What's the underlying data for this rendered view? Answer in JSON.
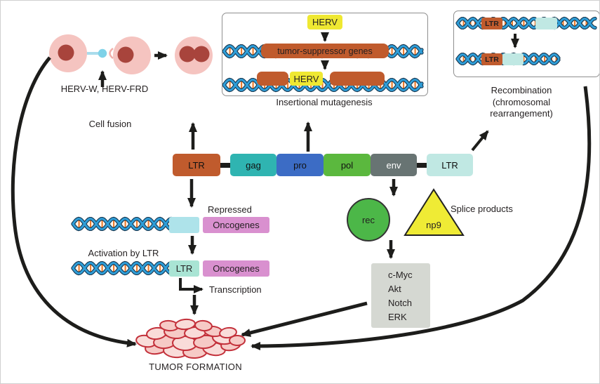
{
  "colors": {
    "arrow_black": "#1d1d1b",
    "cell_pink": "#f5c4c0",
    "nucleus_red": "#a8443c",
    "fusion_dot_cyan": "#7fd2e8",
    "fusion_bridge_blue": "#a9dcec",
    "fusion_membrane_pink": "#f2b0ab",
    "herv_yellow": "#efe832",
    "orange_brown": "#c05b2d",
    "gag_teal": "#2fb4b1",
    "pro_blue": "#3c6cc5",
    "pol_green": "#5bb83e",
    "env_gray": "#687473",
    "ltr_pale_cyan": "#c0e8e3",
    "repressed_cyan": "#aee3ea",
    "activated_ltr_teal": "#a9e4d4",
    "oncogene_pink": "#d990cf",
    "rec_green": "#4cb748",
    "np9_yellow": "#efeb35",
    "effector_gray": "#d5d8d2",
    "tumor_fill": "#f6cac6",
    "tumor_fill_light": "#f9dcd9",
    "tumor_stroke": "#c3303a",
    "dna_blue": "#2f9ed8",
    "dna_dark": "#15354e",
    "dna_rung_orange": "#ee7d2e",
    "dna_rung_light": "#faf3e8"
  },
  "cell_fusion": {
    "trigger": "HERV-W, HERV-FRD",
    "caption": "Cell fusion"
  },
  "insertional": {
    "herv": "HERV",
    "target_gene": "tumor-suppressor genes",
    "inserted": "HERV",
    "caption": "Insertional mutagenesis"
  },
  "recombination": {
    "ltr_top": "LTR",
    "ltr_bottom": "LTR",
    "caption_line1": "Recombination",
    "caption_line2": "(chromosomal",
    "caption_line3": "rearrangement)"
  },
  "provirus": {
    "segments": [
      {
        "label": "LTR",
        "bg": "#c05b2d",
        "fg": "#111111"
      },
      {
        "label": "gag",
        "bg": "#2fb4b1",
        "fg": "#111111"
      },
      {
        "label": "pro",
        "bg": "#3c6cc5",
        "fg": "#111111"
      },
      {
        "label": "pol",
        "bg": "#5bb83e",
        "fg": "#111111"
      },
      {
        "label": "env",
        "bg": "#687473",
        "fg": "#ffffff"
      },
      {
        "label": "LTR",
        "bg": "#c0e8e3",
        "fg": "#111111"
      }
    ]
  },
  "ltr_regulation": {
    "repressed": "Repressed",
    "oncogenes_repressed": "Oncogenes",
    "activation": "Activation by LTR",
    "ltr": "LTR",
    "oncogenes_active": "Oncogenes",
    "transcription": "Transcription"
  },
  "splice": {
    "rec": "rec",
    "np9": "np9",
    "caption": "Splice products"
  },
  "effectors": {
    "items": [
      "c-Myc",
      "Akt",
      "Notch",
      "ERK"
    ]
  },
  "tumor": {
    "caption": "TUMOR FORMATION"
  }
}
